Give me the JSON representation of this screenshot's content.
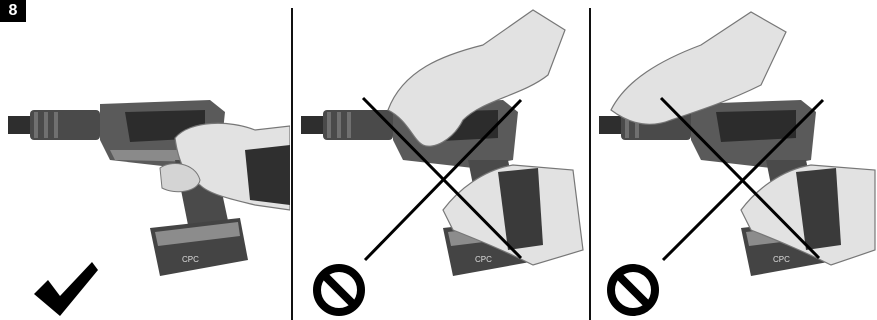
{
  "figure": {
    "number": "8"
  },
  "panels": [
    {
      "status": "correct",
      "status_icon": "check-mark-icon"
    },
    {
      "status": "incorrect",
      "status_icon": "prohibited-icon"
    },
    {
      "status": "incorrect",
      "status_icon": "prohibited-icon"
    }
  ],
  "battery_label": "CPC",
  "colors": {
    "tool_dark": "#3a3a3a",
    "tool_mid": "#6e6e6e",
    "tool_light": "#a8a8a8",
    "glove": "#e2e2e2",
    "glove_shade": "#b5b5b5",
    "ink": "#000000"
  }
}
